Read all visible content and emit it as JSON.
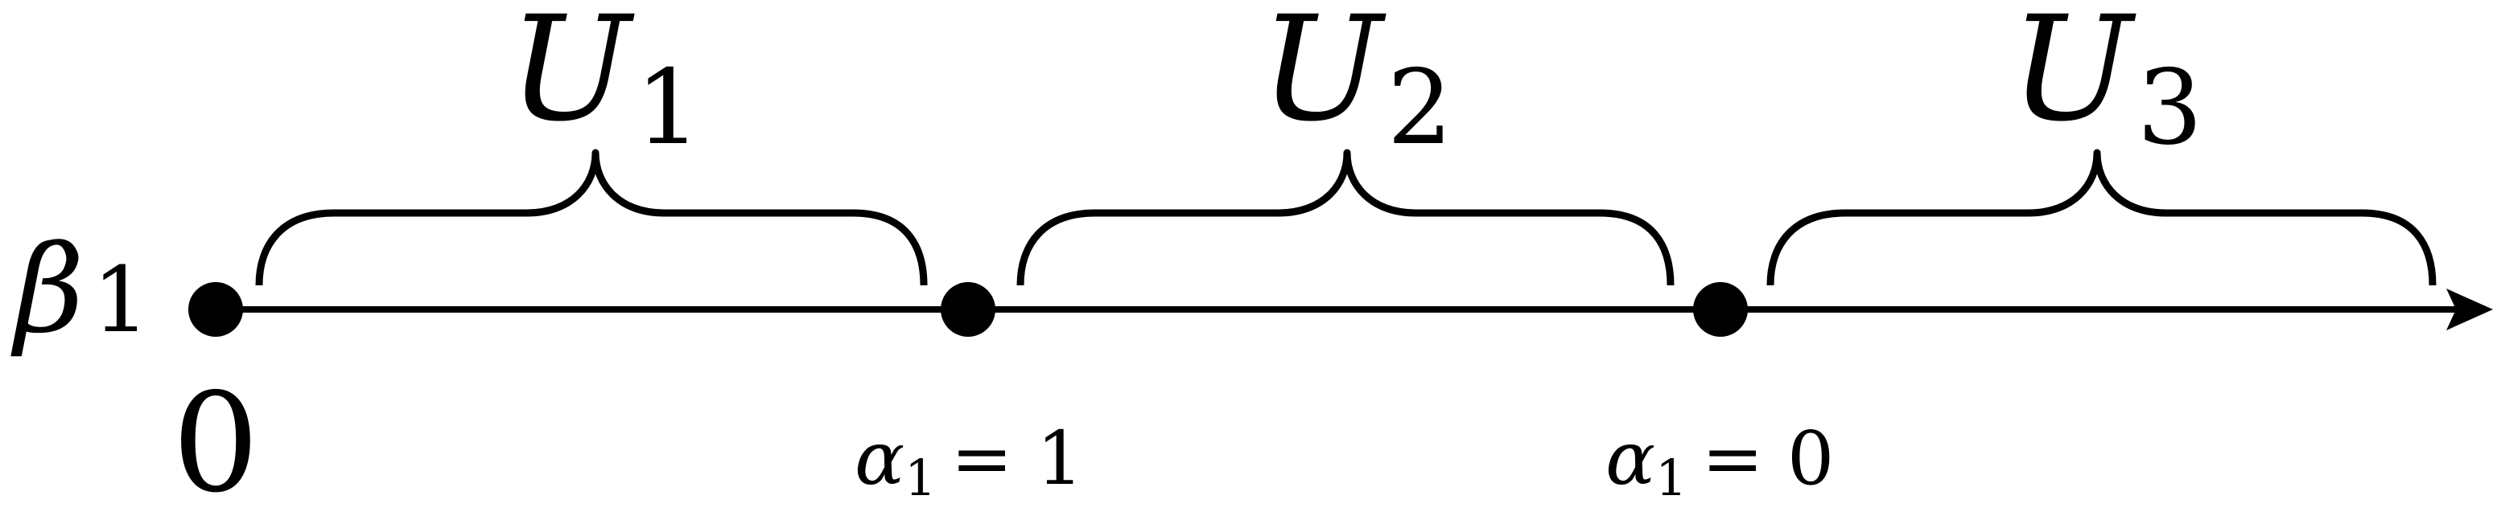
{
  "axis": {
    "variable": {
      "symbol": "β",
      "subscript": "1"
    }
  },
  "points": [
    {
      "label": "0"
    },
    {
      "label": {
        "symbol": "α",
        "subscript": "1",
        "relation": "= 1"
      }
    },
    {
      "label": {
        "symbol": "α",
        "subscript": "1",
        "relation": "= 0"
      }
    }
  ],
  "intervals": [
    {
      "symbol": "U",
      "subscript": "1"
    },
    {
      "symbol": "U",
      "subscript": "2"
    },
    {
      "symbol": "U",
      "subscript": "3"
    }
  ],
  "colors": {
    "ink": "#000000",
    "background": "#ffffff"
  }
}
